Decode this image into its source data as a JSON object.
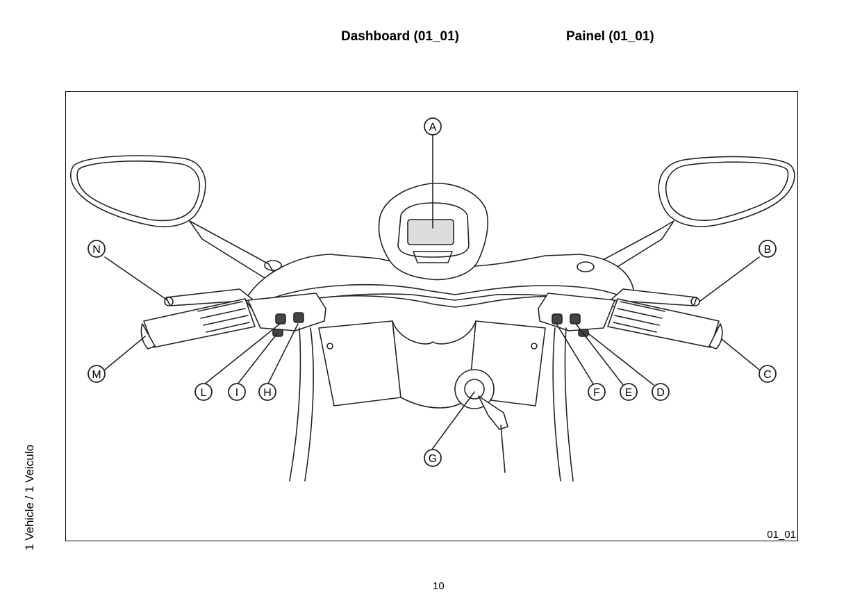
{
  "header": {
    "title_en": "Dashboard (01_01)",
    "title_pt": "Painel (01_01)"
  },
  "sidebar": {
    "section_label": "1 Vehicle / 1 Veiculo"
  },
  "figure": {
    "code": "01_01",
    "callouts": [
      "A",
      "B",
      "C",
      "D",
      "E",
      "F",
      "G",
      "H",
      "I",
      "L",
      "M",
      "N"
    ]
  },
  "footer": {
    "page_number": "10"
  }
}
